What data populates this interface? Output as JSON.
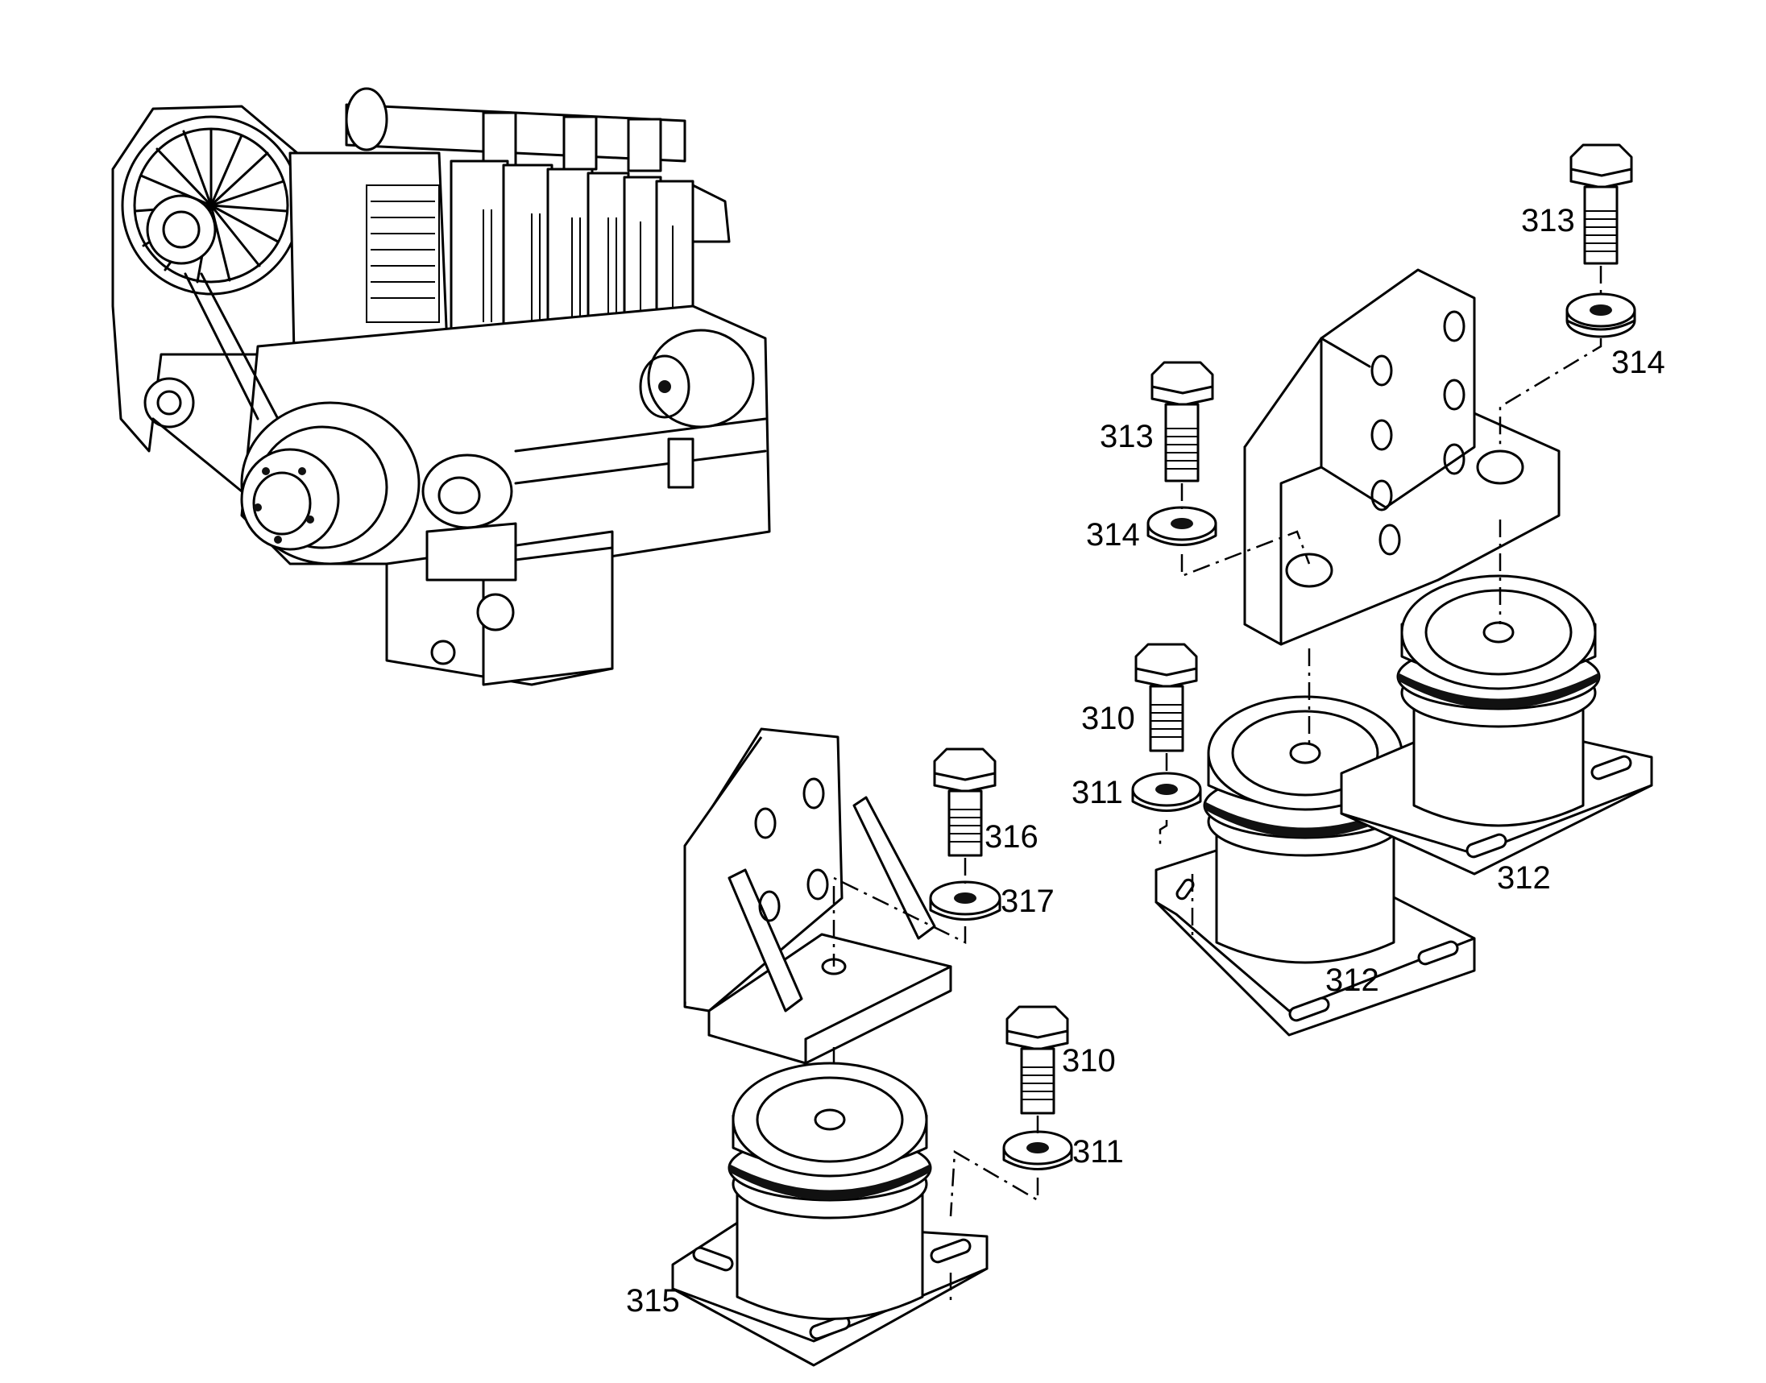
{
  "diagram": {
    "callouts": [
      {
        "id": "c313a",
        "text": "313"
      },
      {
        "id": "c314a",
        "text": "314"
      },
      {
        "id": "c313b",
        "text": "313"
      },
      {
        "id": "c314b",
        "text": "314"
      },
      {
        "id": "c310a",
        "text": "310"
      },
      {
        "id": "c311a",
        "text": "311"
      },
      {
        "id": "c312a",
        "text": "312"
      },
      {
        "id": "c312b",
        "text": "312"
      },
      {
        "id": "c316",
        "text": "316"
      },
      {
        "id": "c317",
        "text": "317"
      },
      {
        "id": "c310b",
        "text": "310"
      },
      {
        "id": "c311b",
        "text": "311"
      },
      {
        "id": "c315",
        "text": "315"
      }
    ]
  }
}
